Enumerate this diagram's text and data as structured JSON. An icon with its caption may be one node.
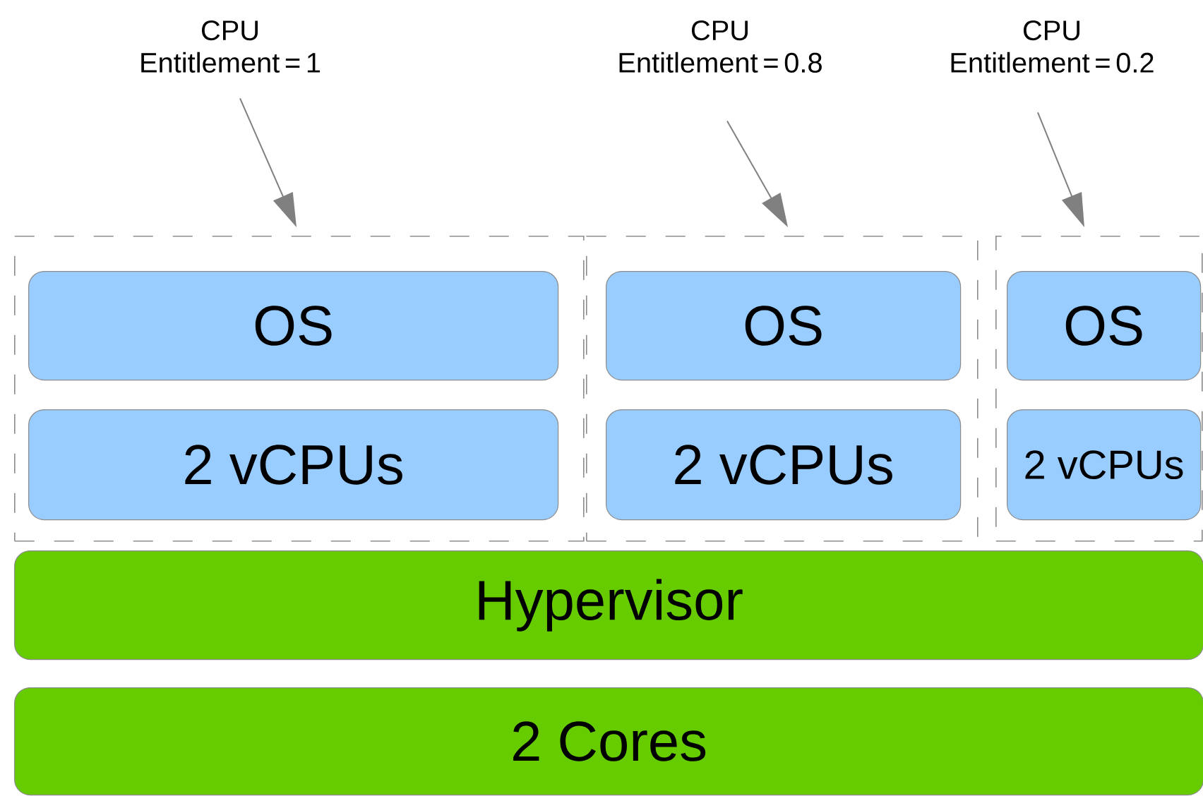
{
  "diagram": {
    "nodes": [
      {
        "text": [
          "CPU Entitlement = 1"
        ]
      },
      {
        "text": [
          "CPU Entitlement = 0.8"
        ]
      },
      {
        "text": [
          "CPU Entitlement = 0.2"
        ]
      },
      {
        "text": [],
        "shape": "box"
      },
      {
        "text": [
          "OS"
        ],
        "in": 3
      },
      {
        "text": [
          "2 vCPUs"
        ],
        "in": 3
      },
      {
        "text": [],
        "shape": "box"
      },
      {
        "text": [
          "OS"
        ],
        "in": 6
      },
      {
        "text": [
          "2 vCPUs"
        ],
        "in": 6
      },
      {
        "text": [],
        "shape": "box"
      },
      {
        "text": [
          "OS"
        ],
        "in": 9
      },
      {
        "text": [
          "2 vCPUs"
        ],
        "in": 9
      },
      {
        "text": [
          "Hypervisor"
        ]
      },
      {
        "text": [
          "2 Cores"
        ]
      }
    ],
    "edges": [
      {
        "from": 0,
        "to": 3,
        "arrow": "to"
      },
      {
        "from": 1,
        "to": 6,
        "arrow": "to"
      },
      {
        "from": 2,
        "to": 9,
        "arrow": "to"
      }
    ]
  }
}
